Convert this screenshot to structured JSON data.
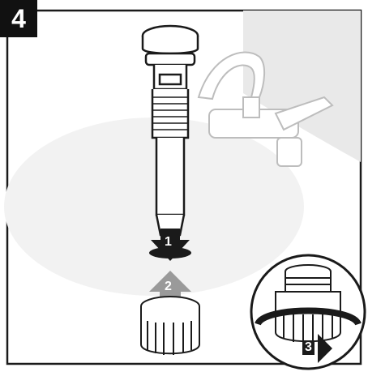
{
  "step_number": "4",
  "callouts": [
    "1",
    "2",
    "3"
  ],
  "icons": {
    "drain": "pop-up-drain-assembly-icon",
    "faucet": "faucet-icon",
    "sink": "sink-basin-icon",
    "nut": "mounting-nut-icon",
    "zoom": "zoom-detail-icon"
  },
  "colors": {
    "badge_bg": "#111111",
    "counter": "#e9e9e9",
    "basin": "#f2f2f2",
    "arrow_dark": "#1a1a1a",
    "arrow_gray": "#9a9a9a",
    "line": "#1a1a1a"
  }
}
